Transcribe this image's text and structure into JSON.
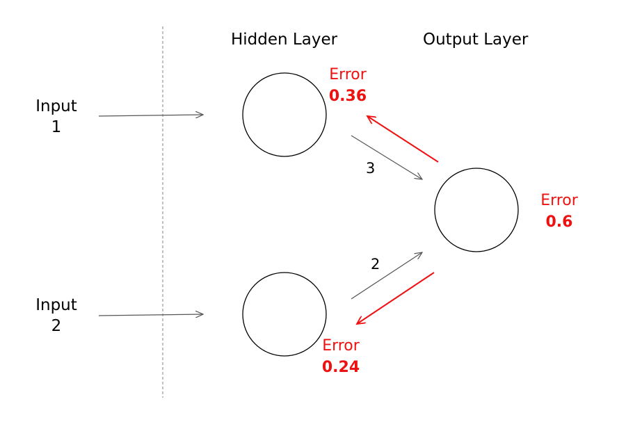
{
  "layers": {
    "hidden_title": "Hidden Layer",
    "output_title": "Output Layer"
  },
  "inputs": [
    {
      "line1": "Input",
      "line2": "1"
    },
    {
      "line1": "Input",
      "line2": "2"
    }
  ],
  "weights": {
    "hidden1_to_output": "3",
    "hidden2_to_output": "2"
  },
  "errors": {
    "hidden1": {
      "label": "Error",
      "value": "0.36"
    },
    "output": {
      "label": "Error",
      "value": "0.6"
    },
    "hidden2": {
      "label": "Error",
      "value": "0.24"
    }
  },
  "colors": {
    "error": "#ee1111",
    "forward_arrow": "#555555",
    "divider": "#999999"
  }
}
